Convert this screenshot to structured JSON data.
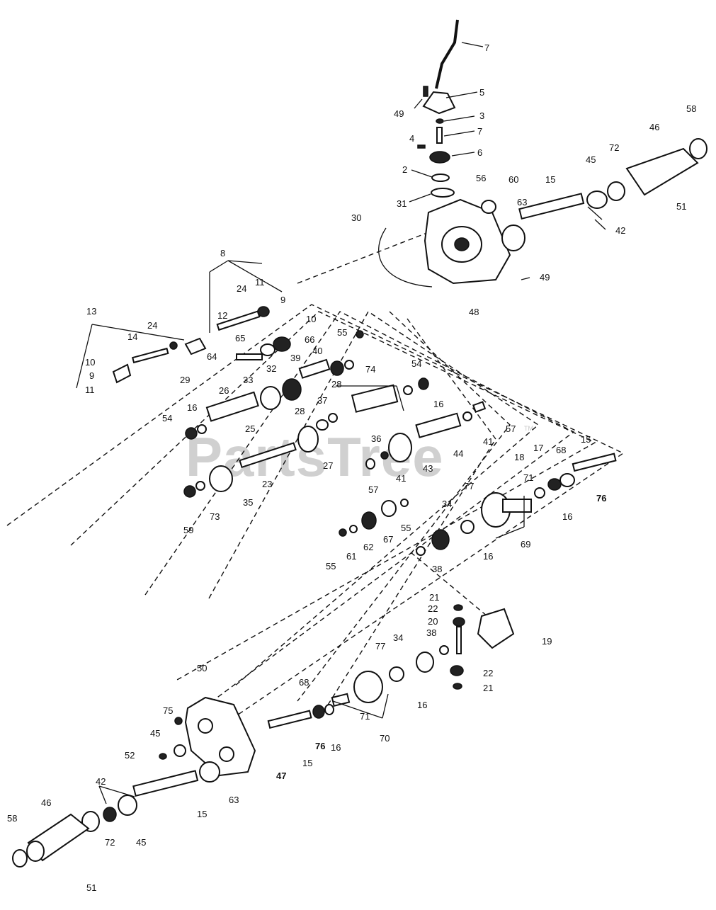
{
  "watermark": {
    "text": "PartsTree",
    "tm": "TM"
  },
  "callouts": {
    "c7a": "7",
    "c5": "5",
    "c49a": "49",
    "c3": "3",
    "c4": "4",
    "c7b": "7",
    "c6": "6",
    "c2": "2",
    "c31": "31",
    "c56": "56",
    "c60": "60",
    "c63a": "63",
    "c15a": "15",
    "c45a": "45",
    "c72a": "72",
    "c46a": "46",
    "c58a": "58",
    "c51a": "51",
    "c42a": "42",
    "c30": "30",
    "c48": "48",
    "c49b": "49",
    "c8": "8",
    "c24a": "24",
    "c11a": "11",
    "c9a": "9",
    "c10a": "10",
    "c12": "12",
    "c13": "13",
    "c24b": "24",
    "c14": "14",
    "c10b": "10",
    "c9b": "9",
    "c11b": "11",
    "c29": "29",
    "c65": "65",
    "c66": "66",
    "c64": "64",
    "c55a": "55",
    "c40": "40",
    "c74": "74",
    "c39": "39",
    "c32": "32",
    "c33": "33",
    "c26": "26",
    "c54a": "54",
    "c16a": "16",
    "c25": "25",
    "c54b": "54",
    "c28a": "28",
    "c16b": "16",
    "c37": "37",
    "c28b": "28",
    "c36": "36",
    "c57a": "57",
    "c41a": "41",
    "c27": "27",
    "c44": "44",
    "c23": "23",
    "c43": "43",
    "c41b": "41",
    "c57b": "57",
    "c35": "35",
    "c59": "59",
    "c73": "73",
    "c18": "18",
    "c17": "17",
    "c68a": "68",
    "c15b": "15",
    "c71a": "71",
    "c76a": "76",
    "c16c": "16",
    "c77a": "77",
    "c34a": "34",
    "c69": "69",
    "c55b": "55",
    "c62": "62",
    "c67": "67",
    "c61": "61",
    "c55c": "55",
    "c16d": "16",
    "c38a": "38",
    "c21a": "21",
    "c22a": "22",
    "c20": "20",
    "c19": "19",
    "c38b": "38",
    "c22b": "22",
    "c21b": "21",
    "c77b": "77",
    "c34b": "34",
    "c16e": "16",
    "c50": "50",
    "c68b": "68",
    "c75": "75",
    "c71b": "71",
    "c70": "70",
    "c45b": "45",
    "c52": "52",
    "c76b": "76",
    "c16f": "16",
    "c15c": "15",
    "c47": "47",
    "c63b": "63",
    "c42b": "42",
    "c15d": "15",
    "c46b": "46",
    "c58b": "58",
    "c72b": "72",
    "c45c": "45",
    "c51b": "51"
  }
}
